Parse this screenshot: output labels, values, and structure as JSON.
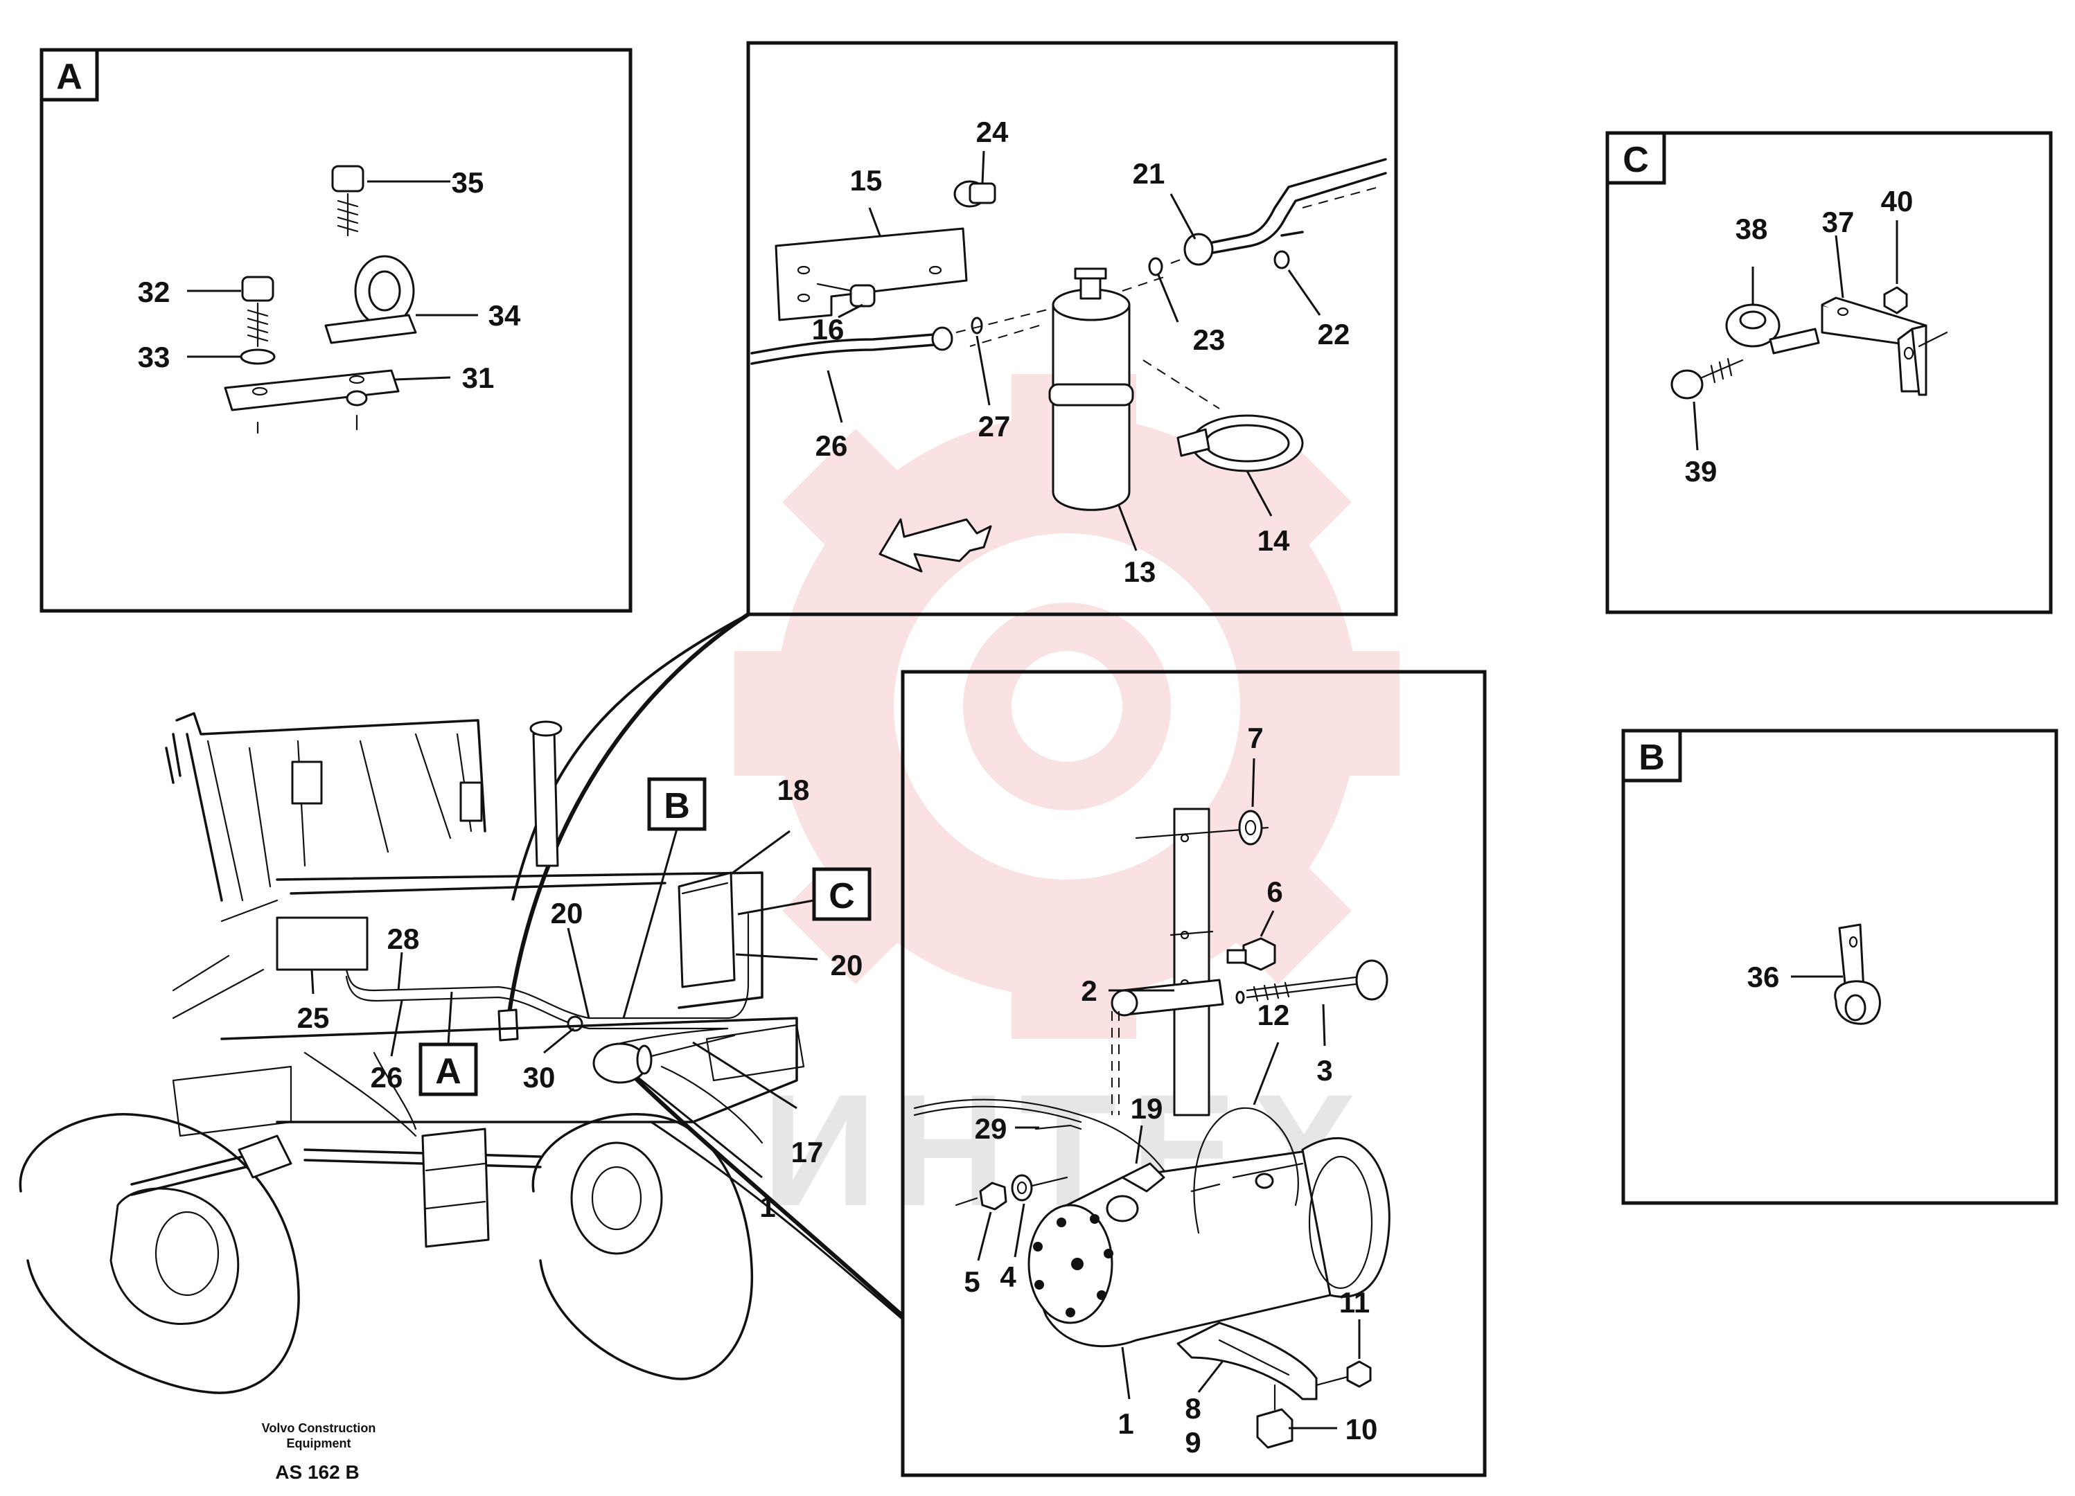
{
  "panel_tags": {
    "a": "A",
    "b": "B",
    "c": "C"
  },
  "callouts": {
    "a": "A",
    "b": "B",
    "c": "C"
  },
  "panel_a_labels": {
    "l35": "35",
    "l32": "32",
    "l34": "34",
    "l33": "33",
    "l31": "31"
  },
  "panel_top_labels": {
    "l24": "24",
    "l15": "15",
    "l21": "21",
    "l16": "16",
    "l23": "23",
    "l22": "22",
    "l26": "26",
    "l27": "27",
    "l14": "14",
    "l13": "13"
  },
  "panel_c_labels": {
    "l40": "40",
    "l38": "38",
    "l37": "37",
    "l39": "39"
  },
  "panel_b_labels": {
    "l36": "36"
  },
  "panel_compressor_labels": {
    "l7": "7",
    "l6": "6",
    "l2": "2",
    "l3": "3",
    "l12": "12",
    "l19": "19",
    "l29": "29",
    "l5": "5",
    "l4": "4",
    "l11": "11",
    "l1": "1",
    "l8": "8",
    "l9": "9",
    "l10": "10"
  },
  "machine_labels": {
    "l18": "18",
    "l20a": "20",
    "l20b": "20",
    "l28": "28",
    "l25": "25",
    "l26": "26",
    "l30": "30",
    "l17": "17",
    "l1": "1"
  },
  "footer": {
    "maker_line1": "Volvo Construction",
    "maker_line2": "Equipment",
    "code": "AS 162 B"
  },
  "watermark": "ИНТЕХ",
  "colors": {
    "ink": "#111111",
    "watermark_red": "#e8262c",
    "paper": "#ffffff"
  }
}
